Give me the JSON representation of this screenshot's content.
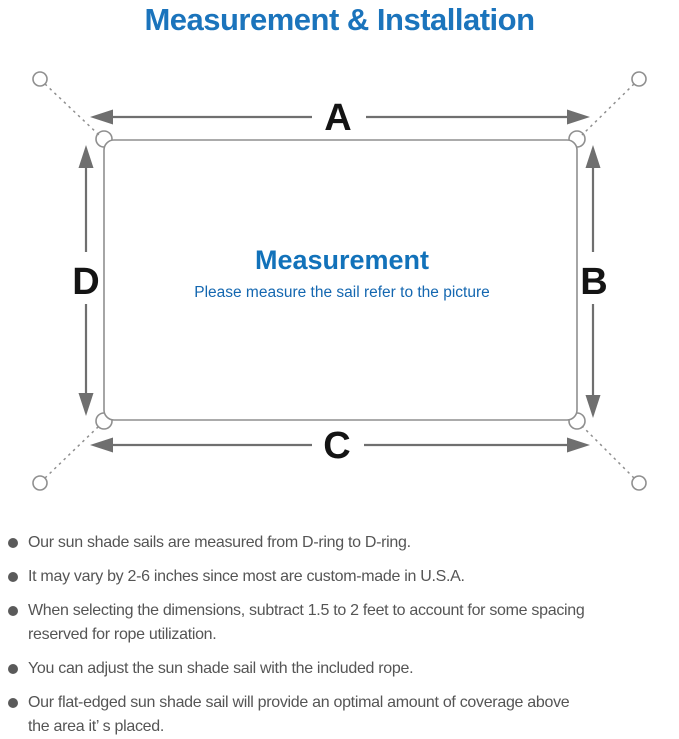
{
  "title": "Measurement & Installation",
  "diagram": {
    "labels": {
      "top": "A",
      "right": "B",
      "bottom": "C",
      "left": "D"
    },
    "center_title": "Measurement",
    "center_subtitle": "Please measure the sail refer to the picture"
  },
  "bullets": [
    "Our sun shade sails are measured from D-ring to D-ring.",
    "It may vary by 2-6 inches since most are custom-made in U.S.A.",
    "When selecting the dimensions, subtract 1.5 to 2 feet to account for some spacing\nreserved for rope utilization.",
    "You can adjust the sun shade sail with the included rope.",
    "Our flat-edged sun shade sail will provide an optimal amount of coverage above\nthe area it’ s placed."
  ],
  "colors": {
    "accent_blue": "#1b74bc",
    "center_text_blue": "#1467b0",
    "line_gray": "#8f8f8f",
    "arrow_gray": "#6f6f6f",
    "body_text_gray": "#555555",
    "dim_label_black": "#141414"
  }
}
